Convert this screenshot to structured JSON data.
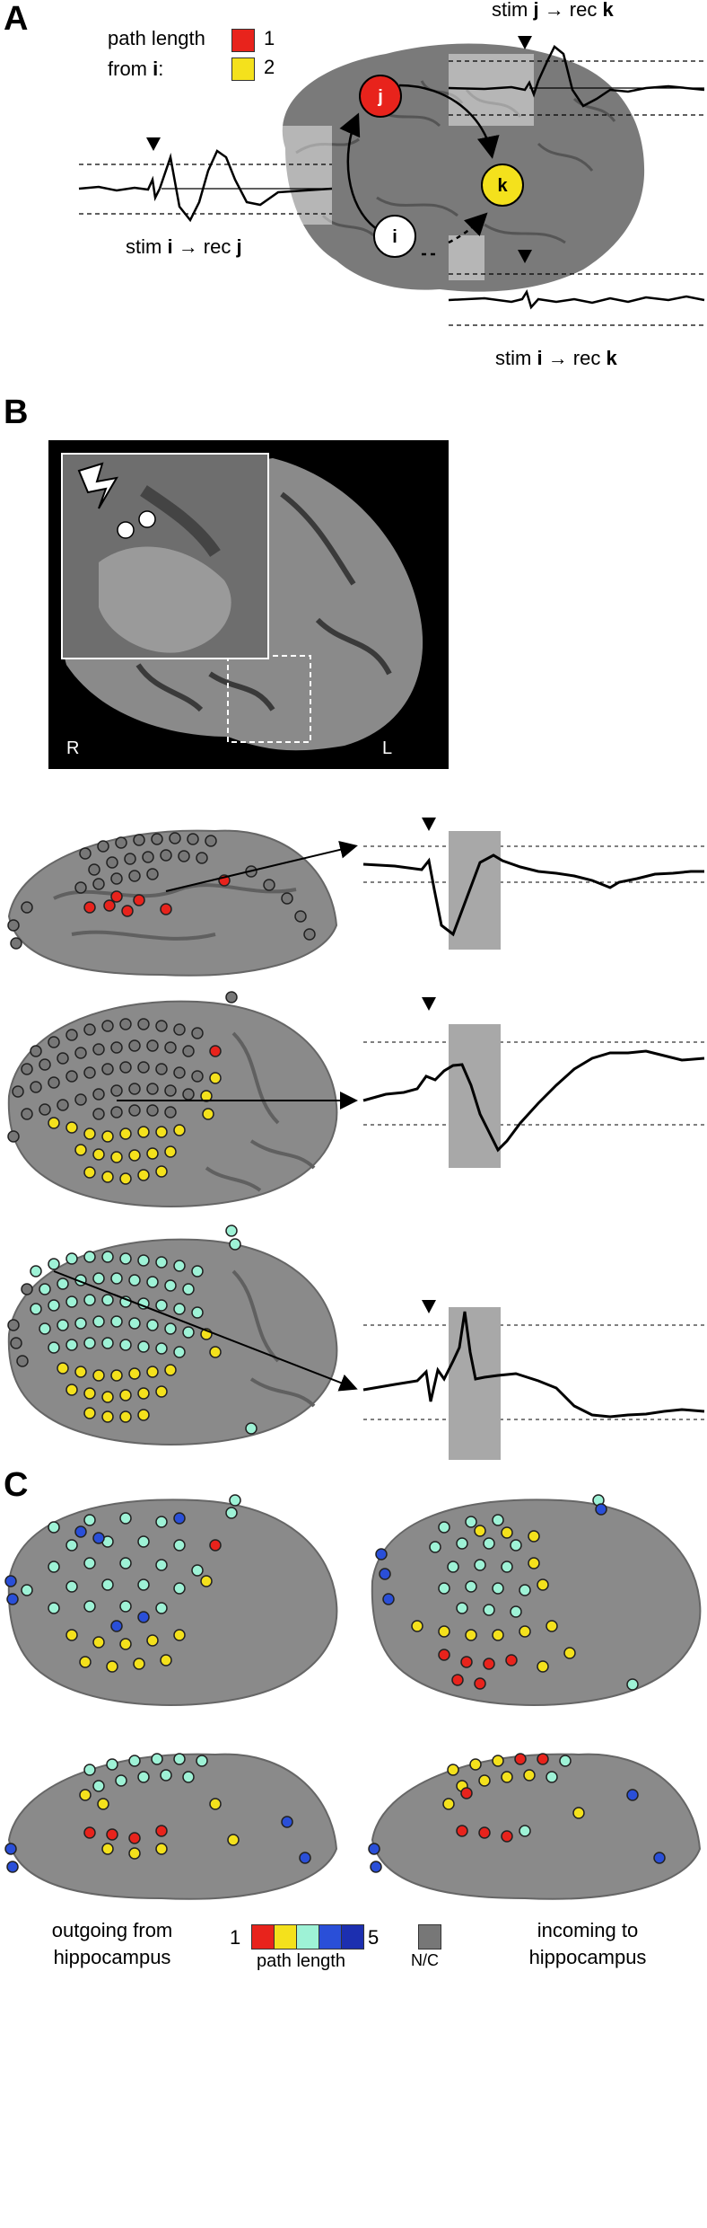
{
  "panels": {
    "a": "A",
    "b": "B",
    "c": "C"
  },
  "panel_a": {
    "legend_title_line1": "path length",
    "legend_title_line2_prefix": "from ",
    "legend_title_line2_bold": "i",
    "legend_title_line2_suffix": ":",
    "legend_items": [
      {
        "label": "1",
        "color": "#e8231c"
      },
      {
        "label": "2",
        "color": "#f4e11c"
      }
    ],
    "nodes": [
      "j",
      "k",
      "i"
    ],
    "trace_labels": {
      "i_to_j": {
        "stim": "stim ",
        "src": "i",
        "arrow": " → rec ",
        "dst": "j"
      },
      "j_to_k": {
        "stim": "stim ",
        "src": "j",
        "arrow": " → rec ",
        "dst": "k"
      },
      "i_to_k": {
        "stim": "stim ",
        "src": "i",
        "arrow": " → rec ",
        "dst": "k"
      }
    }
  },
  "panel_b": {
    "mri_left": "R",
    "mri_right": "L"
  },
  "panel_c": {
    "caption_left_line1": "outgoing from",
    "caption_left_line2": "hippocampus",
    "caption_right_line1": "incoming to",
    "caption_right_line2": "hippocampus",
    "scale_min": "1",
    "scale_max": "5",
    "scale_label": "path  length",
    "nc_label": "N/C",
    "scale_colors": [
      "#e8231c",
      "#f4e11c",
      "#9ef2d6",
      "#2a4fd8",
      "#1c2fb0"
    ],
    "nc_color": "#777777"
  }
}
